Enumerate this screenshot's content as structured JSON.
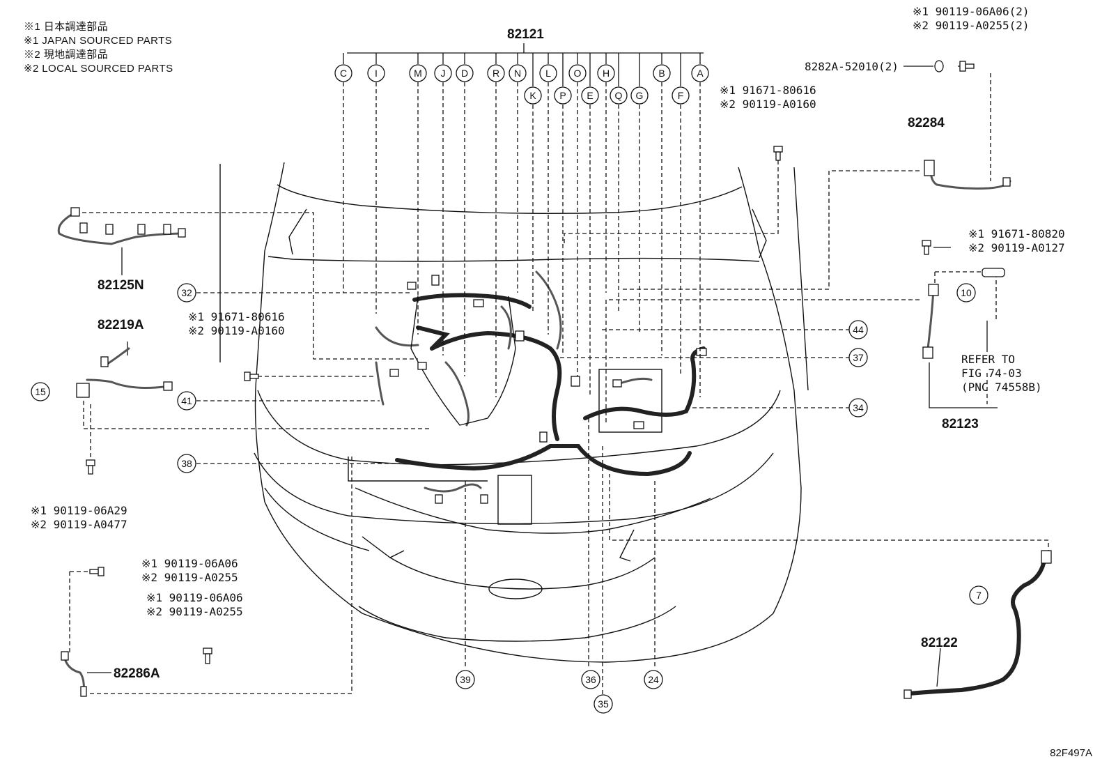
{
  "notes": [
    "※1 日本調達部品",
    "※1 JAPAN SOURCED PARTS",
    "※2 現地調達部品",
    "※2 LOCAL SOURCED PARTS"
  ],
  "main_part": "82121",
  "connector_letters": [
    "C",
    "I",
    "M",
    "J",
    "D",
    "R",
    "N",
    "K",
    "L",
    "P",
    "O",
    "E",
    "H",
    "Q",
    "G",
    "B",
    "F",
    "A"
  ],
  "parts": {
    "p82125N": "82125N",
    "p82219A": "82219A",
    "p82286A": "82286A",
    "p82284": "82284",
    "p82123": "82123",
    "p82122": "82122",
    "p8282A": "8282A-52010(2)"
  },
  "fasteners": {
    "top_right_1": "※1 90119-06A06(2)",
    "top_right_2": "※2 90119-A0255(2)",
    "center_1": "※1 91671-80616",
    "center_2": "※2 90119-A0160",
    "left_1": "※1 91671-80616",
    "left_2": "※2 90119-A0160",
    "right_1": "※1 91671-80820",
    "right_2": "※2 90119-A0127",
    "bl_a_1": "※1 90119-06A29",
    "bl_a_2": "※2 90119-A0477",
    "bl_b_1": "※1 90119-06A06",
    "bl_b_2": "※2 90119-A0255",
    "bl_c_1": "※1 90119-06A06",
    "bl_c_2": "※2 90119-A0255"
  },
  "refer": [
    "REFER TO",
    "FIG 74-03",
    "(PNC 74558B)"
  ],
  "callouts": {
    "c32": "32",
    "c41": "41",
    "c38": "38",
    "c15": "15",
    "c44": "44",
    "c37": "37",
    "c34": "34",
    "c10": "10",
    "c7": "7",
    "c39": "39",
    "c36": "36",
    "c35": "35",
    "c24": "24"
  },
  "figure_code": "82F497A"
}
